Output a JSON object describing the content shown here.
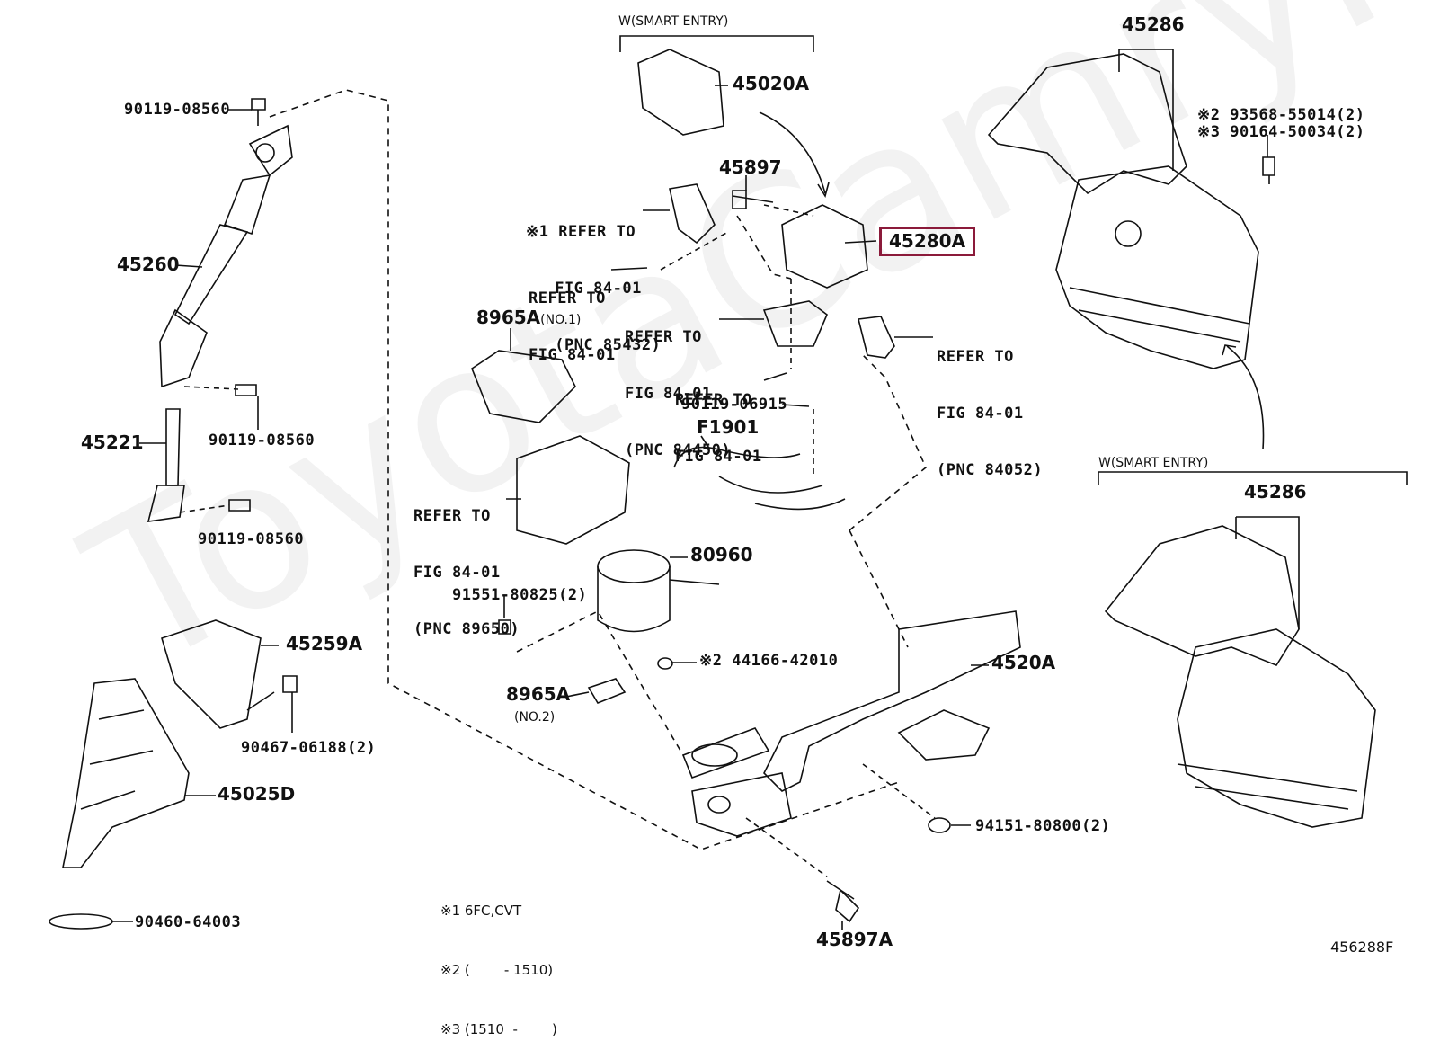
{
  "watermark": "ToyotaCamryNew.ru",
  "figure_id": "456288F",
  "notes": [
    "※1 6FC,CVT",
    "※2 (        - 1510)",
    "※3 (1510  -        )"
  ],
  "group_labels": {
    "smart_entry_top": "W(SMART ENTRY)",
    "smart_entry_right": "W(SMART ENTRY)"
  },
  "highlight": {
    "part": "45280A",
    "color": "#8b1a3a"
  },
  "parts": {
    "p90119_08560_top": "90119-08560",
    "p45260": "45260",
    "p90119_08560_mid": "90119-08560",
    "p45221": "45221",
    "p90119_08560_low": "90119-08560",
    "p45259A": "45259A",
    "p90467": "90467-06188(2)",
    "p45025D": "45025D",
    "p90460": "90460-64003",
    "p45020A": "45020A",
    "p45897": "45897",
    "p45280A": "45280A",
    "p8965A_no1": "8965A",
    "p8965A_no1_sub": "(NO.1)",
    "p90119_06915": "90119-06915",
    "pF1901": "F1901",
    "p80960": "80960",
    "p91551": "91551-80825(2)",
    "p44166": "※2 44166-42010",
    "p8965A_no2": "8965A",
    "p8965A_no2_sub": "(NO.2)",
    "p4520A": "4520A",
    "p94151": "94151-80800(2)",
    "p45897A": "45897A",
    "p45286_top": "45286",
    "p93568": "※2 93568-55014(2)",
    "p90164": "※3 90164-50034(2)",
    "p45286_bottom": "45286"
  },
  "refer": {
    "r85432": [
      "※1 REFER TO",
      "   FIG 84-01",
      "   (PNC 85432)"
    ],
    "r_screw1": [
      "REFER TO",
      "FIG 84-01"
    ],
    "r84450": [
      "REFER TO",
      "FIG 84-01",
      "(PNC 84450)"
    ],
    "r_screw2": [
      "REFER TO",
      "FIG 84-01"
    ],
    "r84052": [
      "REFER TO",
      "FIG 84-01",
      "(PNC 84052)"
    ],
    "r89650": [
      "REFER TO",
      "FIG 84-01",
      "(PNC 89650)"
    ]
  }
}
